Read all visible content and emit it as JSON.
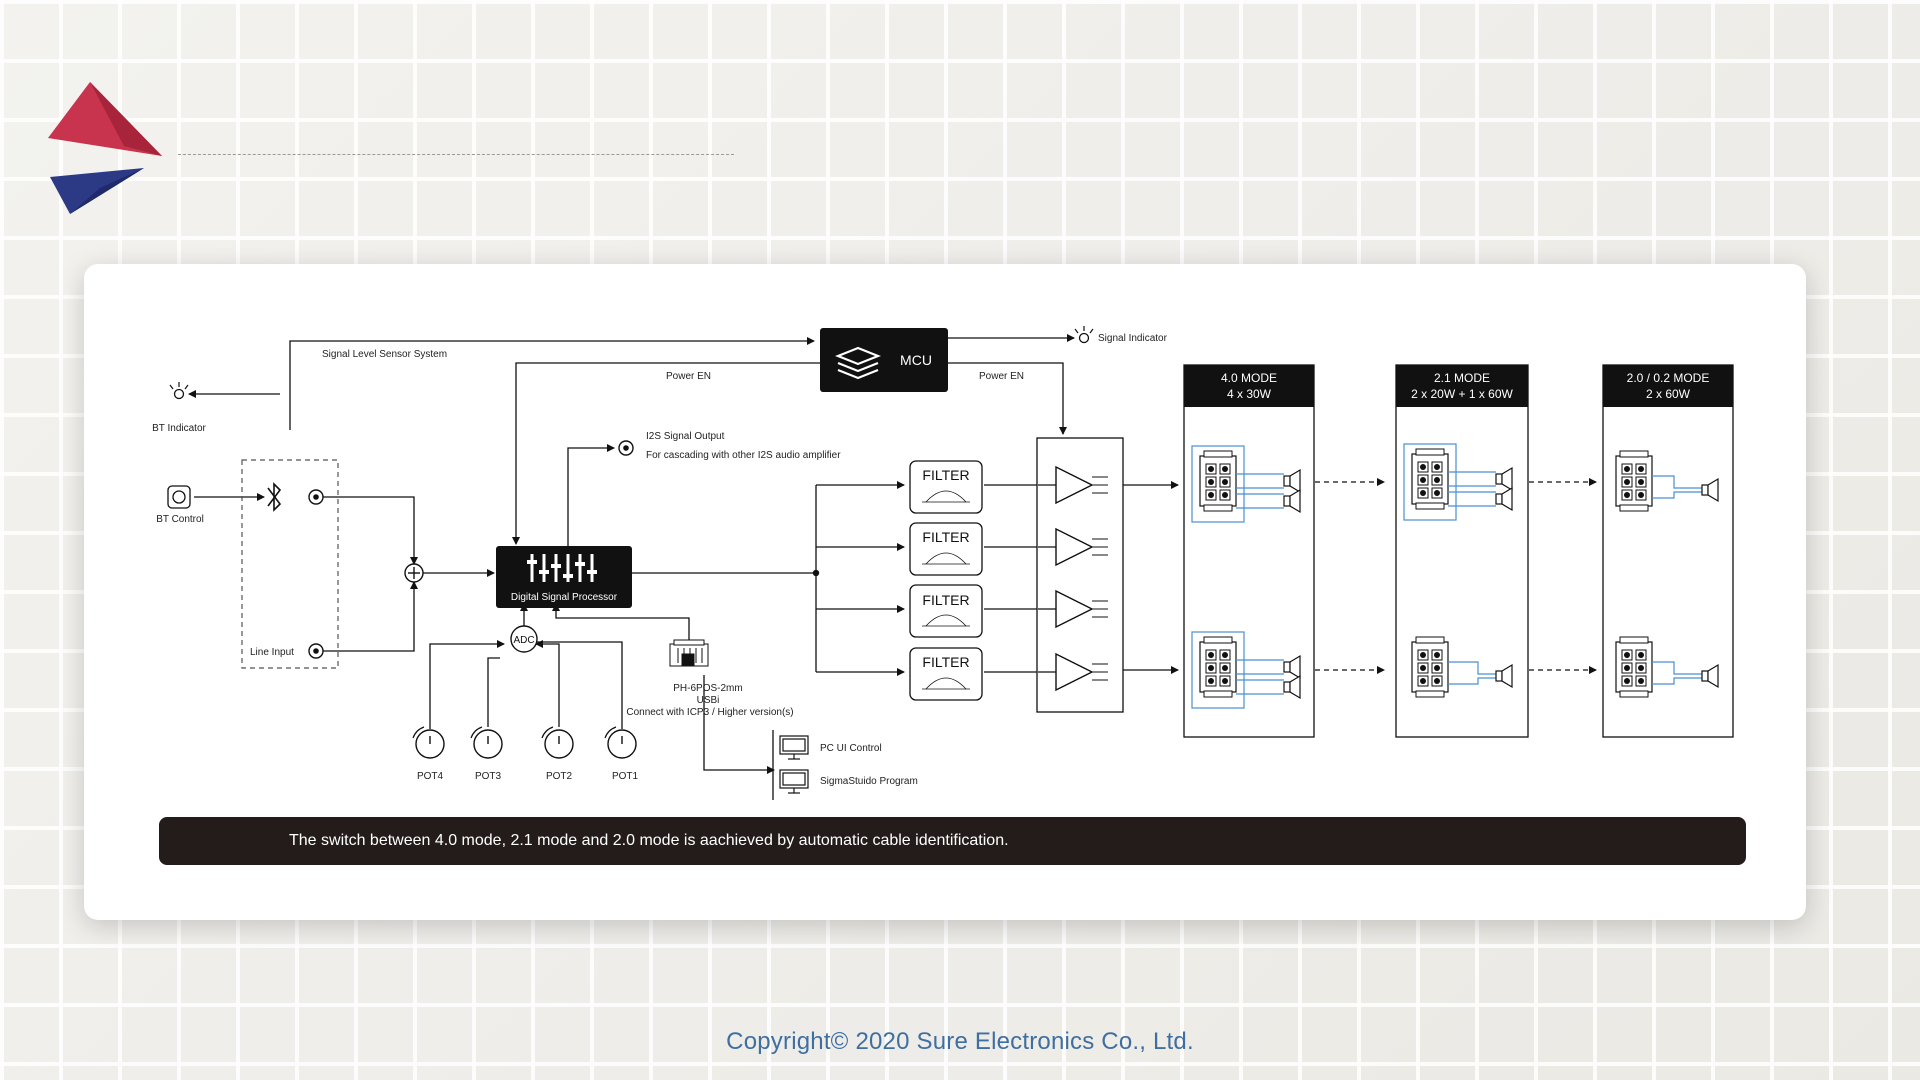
{
  "diagram": {
    "labels": {
      "signal_level_sensor": "Signal Level Sensor System",
      "mcu": "MCU",
      "signal_indicator": "Signal Indicator",
      "power_en_left": "Power EN",
      "power_en_right": "Power EN",
      "bt_indicator": "BT Indicator",
      "bt_control": "BT Control",
      "line_input": "Line Input",
      "i2s_output": "I2S Signal Output",
      "i2s_output_note": "For cascading with other I2S audio amplifier",
      "dsp": "Digital Signal Processor",
      "adc": "ADC",
      "usb_connector": "PH-6POS-2mm",
      "usb": "USBi",
      "usb_note": "Connect with ICP3 / Higher version(s)",
      "pc_ui": "PC UI Control",
      "sigmastudio": "SigmaStuido Program"
    },
    "pots": [
      "POT4",
      "POT3",
      "POT2",
      "POT1"
    ],
    "filters": [
      "FILTER",
      "FILTER",
      "FILTER",
      "FILTER"
    ],
    "modes": [
      {
        "title": "4.0 MODE",
        "sub": "4 x 30W"
      },
      {
        "title": "2.1 MODE",
        "sub": "2 x 20W + 1 x 60W"
      },
      {
        "title": "2.0 / 0.2 MODE",
        "sub": "2 x 60W"
      }
    ]
  },
  "banner_text": "The switch between 4.0 mode, 2.1 mode and 2.0 mode is aachieved by automatic cable identification.",
  "copyright": "Copyright© 2020 Sure Electronics Co., Ltd.",
  "colors": {
    "logo_red": "#c8334d",
    "logo_blue": "#2c3a86",
    "wire_blue": "#4a8fd0",
    "copyright": "#3f6fa1"
  }
}
